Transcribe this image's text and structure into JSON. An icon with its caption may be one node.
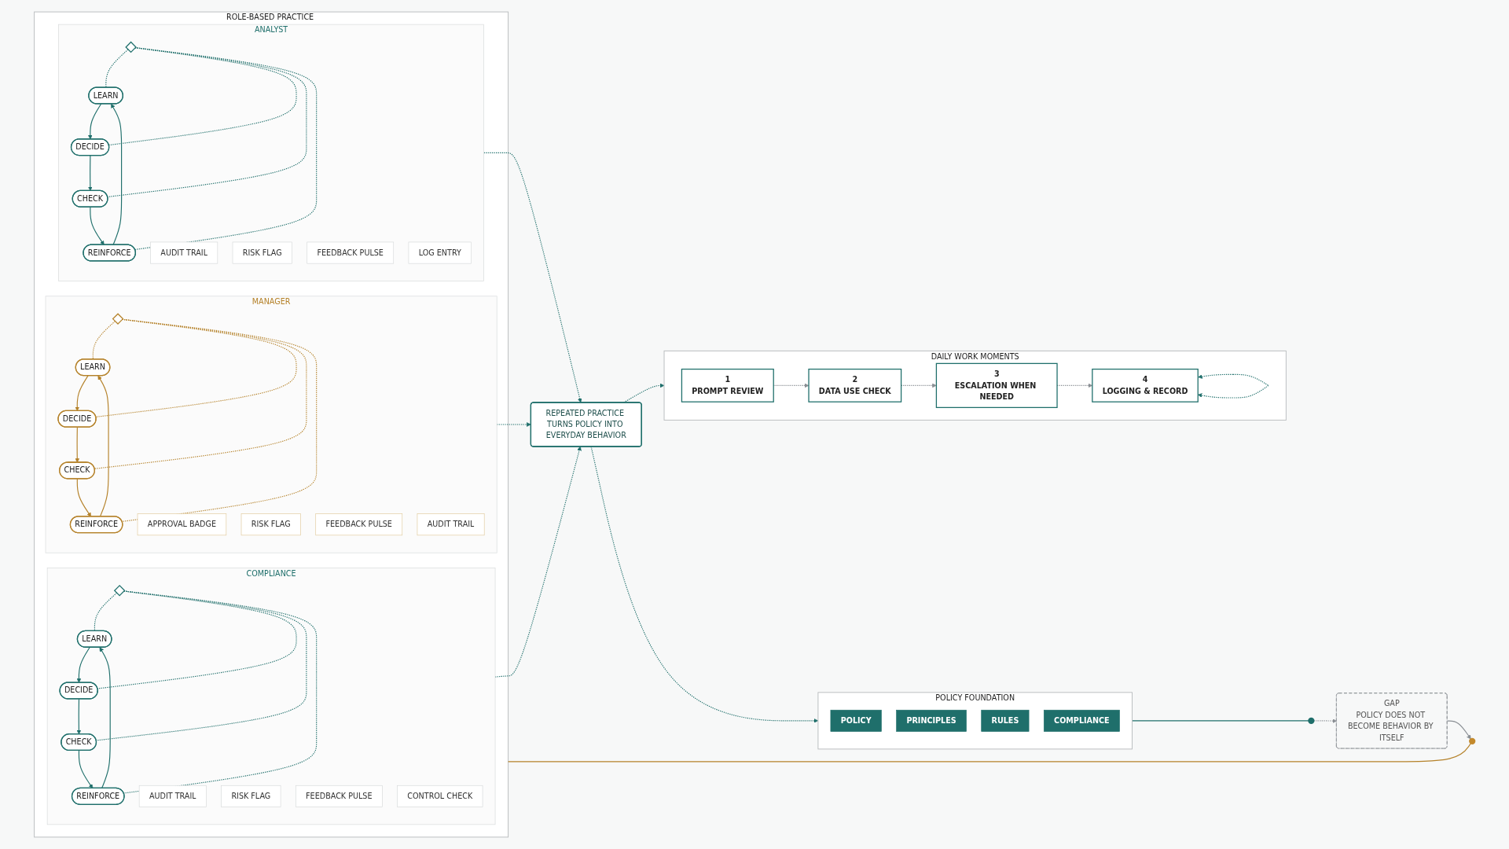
{
  "diagram": {
    "nodes": [
      {
        "text": [
          "POLICY FOUNDATION"
        ]
      },
      {
        "text": [
          "POLICY"
        ],
        "in": 0
      },
      {
        "text": [
          "PRINCIPLES"
        ],
        "in": 0
      },
      {
        "text": [
          "RULES"
        ],
        "in": 0
      },
      {
        "text": [
          "COMPLIANCE"
        ],
        "in": 0
      },
      {
        "text": [],
        "shape": "circle"
      },
      {
        "text": [
          "GAP",
          "POLICY DOES NOT BECOME BEHAVIOR BY ITSELF"
        ]
      },
      {
        "text": [],
        "shape": "circle"
      },
      {
        "text": [
          "ROLE-BASED PRACTICE LOOPS"
        ]
      },
      {
        "text": [
          "ANALYST"
        ],
        "in": 8
      },
      {
        "text": [
          "LEARN"
        ],
        "in": 9
      },
      {
        "text": [
          "REINFORCE"
        ],
        "in": 9
      },
      {
        "text": [],
        "shape": "diamond",
        "in": 9
      },
      {
        "text": [
          "DECIDE"
        ],
        "in": 9
      },
      {
        "text": [
          "CHECK"
        ],
        "in": 9
      },
      {
        "text": [
          "AUDIT TRAIL"
        ],
        "in": 9
      },
      {
        "text": [
          "RISK FLAG"
        ],
        "in": 9
      },
      {
        "text": [
          "FEEDBACK PULSE"
        ],
        "in": 9
      },
      {
        "text": [
          "LOG ENTRY"
        ],
        "in": 9
      },
      {
        "text": [
          "MANAGER"
        ],
        "in": 8
      },
      {
        "text": [
          "LEARN"
        ],
        "in": 19
      },
      {
        "text": [
          "REINFORCE"
        ],
        "in": 19
      },
      {
        "text": [],
        "shape": "diamond",
        "in": 19
      },
      {
        "text": [
          "DECIDE"
        ],
        "in": 19
      },
      {
        "text": [
          "CHECK"
        ],
        "in": 19
      },
      {
        "text": [
          "APPROVAL BADGE"
        ],
        "in": 19
      },
      {
        "text": [
          "RISK FLAG"
        ],
        "in": 19
      },
      {
        "text": [
          "FEEDBACK PULSE"
        ],
        "in": 19
      },
      {
        "text": [
          "AUDIT TRAIL"
        ],
        "in": 19
      },
      {
        "text": [
          "COMPLIANCE"
        ],
        "in": 8
      },
      {
        "text": [
          "LEARN"
        ],
        "in": 29
      },
      {
        "text": [
          "REINFORCE"
        ],
        "in": 29
      },
      {
        "text": [],
        "shape": "diamond",
        "in": 29
      },
      {
        "text": [
          "DECIDE"
        ],
        "in": 29
      },
      {
        "text": [
          "CHECK"
        ],
        "in": 29
      },
      {
        "text": [
          "AUDIT TRAIL"
        ],
        "in": 29
      },
      {
        "text": [
          "RISK FLAG"
        ],
        "in": 29
      },
      {
        "text": [
          "FEEDBACK PULSE"
        ],
        "in": 29
      },
      {
        "text": [
          "CONTROL CHECK"
        ],
        "in": 29
      },
      {
        "text": [
          "REPEATED PRACTICE TURNS POLICY INTO EVERYDAY BEHAVIOR"
        ]
      },
      {
        "text": [
          "DAILY WORK MOMENTS"
        ]
      },
      {
        "text": [
          "1",
          "PROMPT REVIEW"
        ],
        "in": 40
      },
      {
        "text": [
          "2",
          "DATA USE CHECK"
        ],
        "in": 40
      },
      {
        "text": [
          "3",
          "ESCALATION WHEN NEEDED"
        ],
        "in": 40
      },
      {
        "text": [
          "4",
          "LOGGING & RECORD"
        ],
        "in": 40
      }
    ],
    "edges": [
      {
        "from": 0,
        "to": 5,
        "arrow": "none"
      },
      {
        "from": 5,
        "to": 6,
        "arrow": "to",
        "style": "dashed",
        "color": "#8a8f94"
      },
      {
        "from": 6,
        "to": 7,
        "arrow": "to",
        "color": "#8a8f94"
      },
      {
        "from": 7,
        "to": 8,
        "arrow": "none",
        "color": "#b5822a"
      },
      {
        "from": 10,
        "to": 13,
        "arrow": "to"
      },
      {
        "from": 13,
        "to": 14,
        "arrow": "to"
      },
      {
        "from": 14,
        "to": 11,
        "arrow": "to"
      },
      {
        "from": 11,
        "to": 10,
        "arrow": "to"
      },
      {
        "from": 12,
        "to": 10,
        "arrow": "none",
        "style": "dashed"
      },
      {
        "from": 12,
        "to": 13,
        "arrow": "none",
        "style": "dashed"
      },
      {
        "from": 12,
        "to": 14,
        "arrow": "none",
        "style": "dashed"
      },
      {
        "from": 12,
        "to": 11,
        "arrow": "none",
        "style": "dashed"
      },
      {
        "from": 20,
        "to": 23,
        "arrow": "to",
        "color": "#b5822a"
      },
      {
        "from": 23,
        "to": 24,
        "arrow": "to",
        "color": "#b5822a"
      },
      {
        "from": 24,
        "to": 21,
        "arrow": "to",
        "color": "#b5822a"
      },
      {
        "from": 21,
        "to": 20,
        "arrow": "to",
        "color": "#b5822a"
      },
      {
        "from": 22,
        "to": 20,
        "arrow": "none",
        "style": "dashed",
        "color": "#b5822a"
      },
      {
        "from": 22,
        "to": 23,
        "arrow": "none",
        "style": "dashed",
        "color": "#b5822a"
      },
      {
        "from": 22,
        "to": 24,
        "arrow": "none",
        "style": "dashed",
        "color": "#b5822a"
      },
      {
        "from": 22,
        "to": 21,
        "arrow": "none",
        "style": "dashed",
        "color": "#b5822a"
      },
      {
        "from": 30,
        "to": 33,
        "arrow": "to"
      },
      {
        "from": 33,
        "to": 34,
        "arrow": "to"
      },
      {
        "from": 34,
        "to": 31,
        "arrow": "to"
      },
      {
        "from": 31,
        "to": 30,
        "arrow": "to"
      },
      {
        "from": 32,
        "to": 30,
        "arrow": "none",
        "style": "dashed"
      },
      {
        "from": 32,
        "to": 33,
        "arrow": "none",
        "style": "dashed"
      },
      {
        "from": 32,
        "to": 34,
        "arrow": "none",
        "style": "dashed"
      },
      {
        "from": 32,
        "to": 31,
        "arrow": "none",
        "style": "dashed"
      },
      {
        "from": 9,
        "to": 39,
        "arrow": "to",
        "style": "dashed"
      },
      {
        "from": 19,
        "to": 39,
        "arrow": "to",
        "style": "dashed"
      },
      {
        "from": 29,
        "to": 39,
        "arrow": "to",
        "style": "dashed"
      },
      {
        "from": 39,
        "to": 0,
        "arrow": "to",
        "style": "dashed"
      },
      {
        "from": 39,
        "to": 40,
        "arrow": "to",
        "style": "dashed"
      },
      {
        "from": 41,
        "to": 42,
        "arrow": "to",
        "style": "dashed",
        "color": "#8a8f94"
      },
      {
        "from": 42,
        "to": 43,
        "arrow": "to",
        "style": "dashed",
        "color": "#8a8f94"
      },
      {
        "from": 43,
        "to": 44,
        "arrow": "to",
        "style": "dashed",
        "color": "#8a8f94"
      },
      {
        "from": 44,
        "to": 44,
        "arrow": "both",
        "style": "dashed"
      }
    ]
  }
}
